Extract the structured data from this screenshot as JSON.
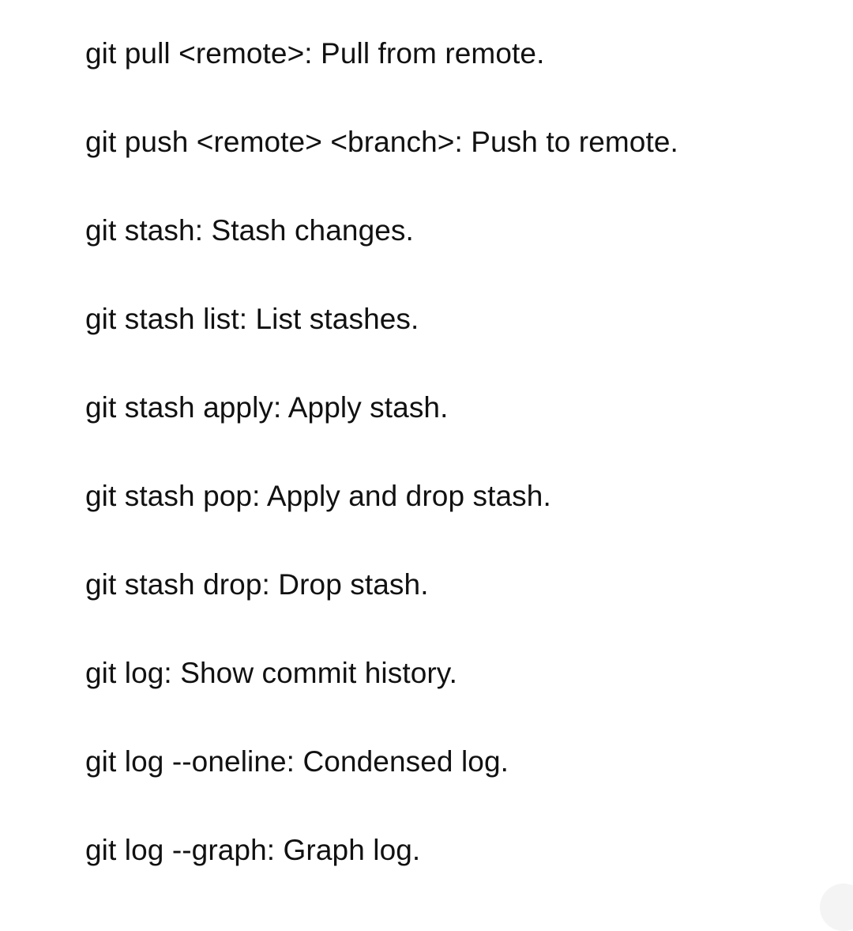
{
  "lines": [
    "git pull <remote>: Pull from remote.",
    "git push <remote> <branch>: Push to remote.",
    "git stash: Stash changes.",
    "git stash list: List stashes.",
    "git stash apply: Apply stash.",
    "git stash pop: Apply and drop stash.",
    "git stash drop: Drop stash.",
    "git log: Show commit history.",
    "git log --oneline: Condensed log.",
    "git log --graph: Graph log."
  ]
}
